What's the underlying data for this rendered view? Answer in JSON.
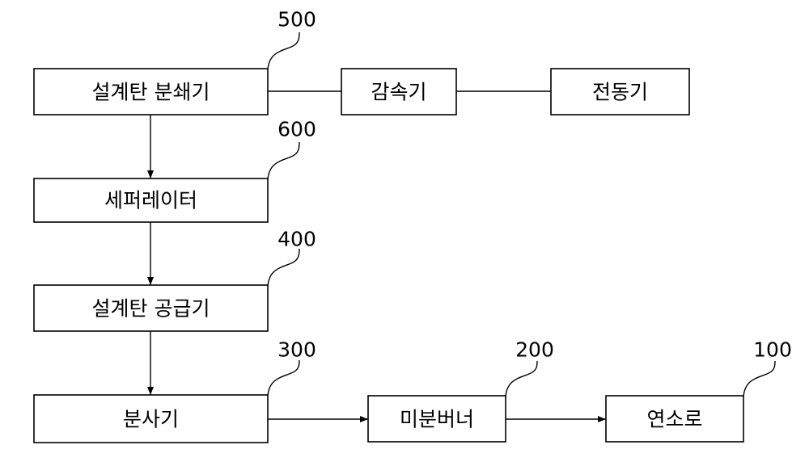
{
  "blocks": {
    "pulverizer": {
      "label": "설계탄 분쇄기",
      "ref": "500"
    },
    "reducer": {
      "label": "감속기"
    },
    "motor": {
      "label": "전동기"
    },
    "separator": {
      "label": "세퍼레이터",
      "ref": "600"
    },
    "coal_feeder": {
      "label": "설계탄 공급기",
      "ref": "400"
    },
    "injector": {
      "label": "분사기",
      "ref": "300"
    },
    "pulverized_burner": {
      "label": "미분버너",
      "ref": "200"
    },
    "furnace": {
      "label": "연소로",
      "ref": "100"
    }
  }
}
